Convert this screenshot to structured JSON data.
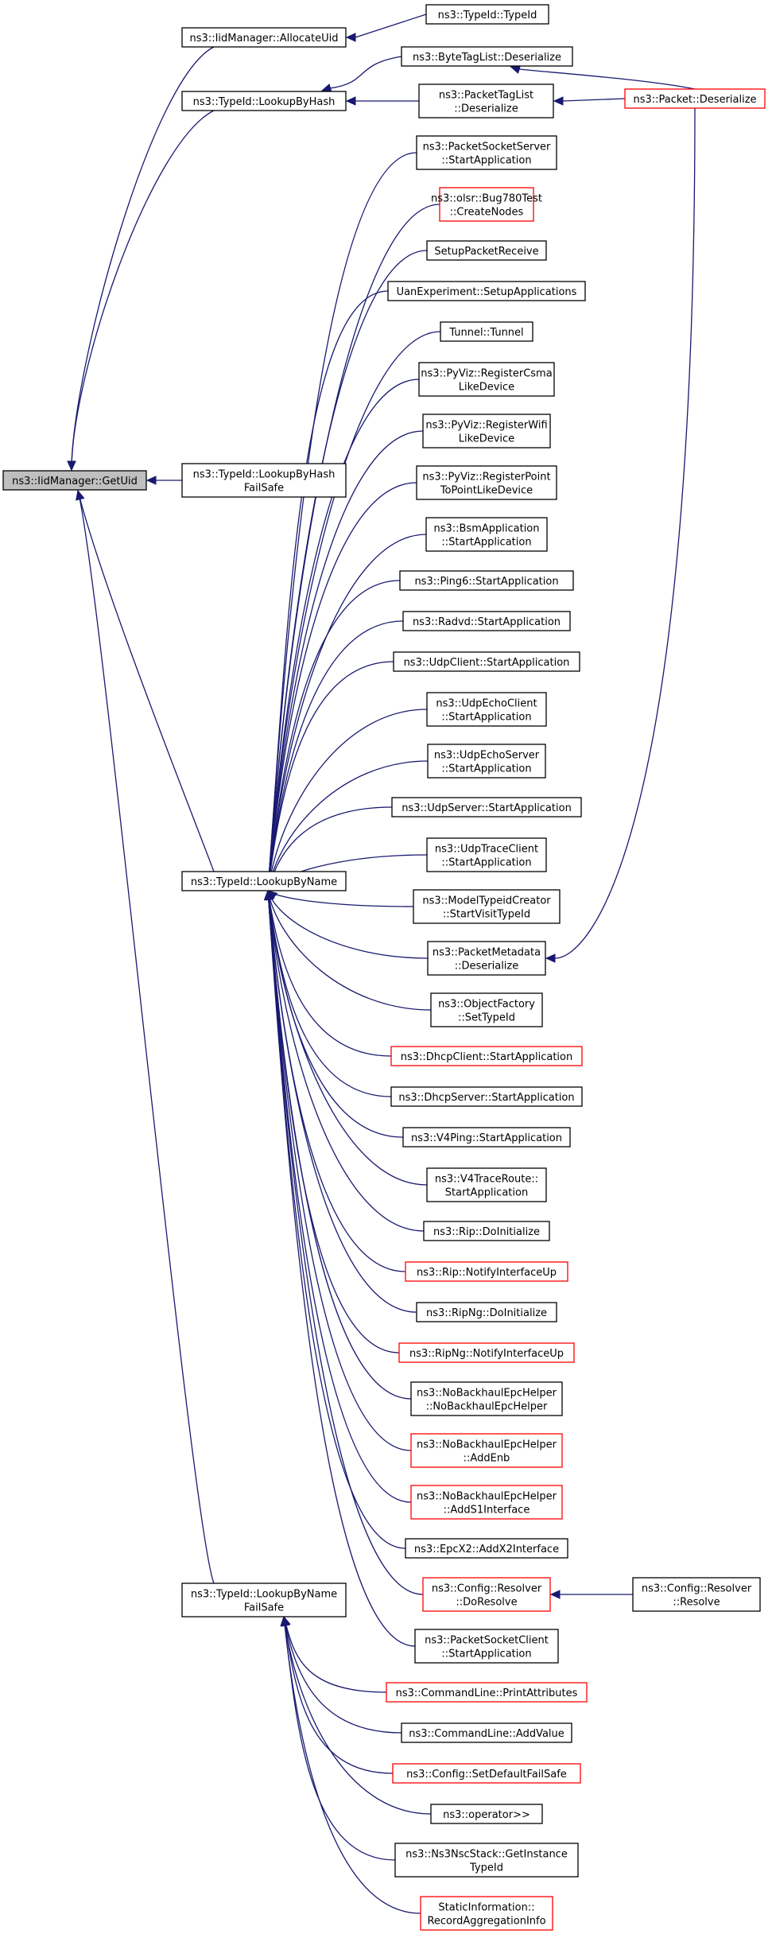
{
  "colors": {
    "edge": "#191970",
    "border": "#000000",
    "border_undocumented": "#ff0000",
    "root_fill": "#bfbfbf",
    "fill": "#ffffff"
  },
  "nodes": [
    {
      "id": "getuid",
      "lines": [
        "ns3::IidManager::GetUid"
      ],
      "status": "root"
    },
    {
      "id": "allocateuid",
      "lines": [
        "ns3::IidManager::AllocateUid"
      ],
      "status": "normal"
    },
    {
      "id": "typeid_ctor",
      "lines": [
        "ns3::TypeId::TypeId"
      ],
      "status": "normal"
    },
    {
      "id": "lookupbyhash",
      "lines": [
        "ns3::TypeId::LookupByHash"
      ],
      "status": "normal"
    },
    {
      "id": "bytetaglist",
      "lines": [
        "ns3::ByteTagList::Deserialize"
      ],
      "status": "normal"
    },
    {
      "id": "packettaglist",
      "lines": [
        "ns3::PacketTagList",
        "::Deserialize"
      ],
      "status": "normal"
    },
    {
      "id": "packet_deser",
      "lines": [
        "ns3::Packet::Deserialize"
      ],
      "status": "undocumented"
    },
    {
      "id": "lookupbyhashfs",
      "lines": [
        "ns3::TypeId::LookupByHash",
        "FailSafe"
      ],
      "status": "normal"
    },
    {
      "id": "lookupbyname",
      "lines": [
        "ns3::TypeId::LookupByName"
      ],
      "status": "normal"
    },
    {
      "id": "n1",
      "lines": [
        "ns3::PacketSocketServer",
        "::StartApplication"
      ],
      "status": "normal"
    },
    {
      "id": "n2",
      "lines": [
        "ns3::olsr::Bug780Test",
        "::CreateNodes"
      ],
      "status": "undocumented"
    },
    {
      "id": "n3",
      "lines": [
        "SetupPacketReceive"
      ],
      "status": "normal"
    },
    {
      "id": "n4",
      "lines": [
        "UanExperiment::SetupApplications"
      ],
      "status": "normal"
    },
    {
      "id": "n5",
      "lines": [
        "Tunnel::Tunnel"
      ],
      "status": "normal"
    },
    {
      "id": "n6",
      "lines": [
        "ns3::PyViz::RegisterCsma",
        "LikeDevice"
      ],
      "status": "normal"
    },
    {
      "id": "n7",
      "lines": [
        "ns3::PyViz::RegisterWifi",
        "LikeDevice"
      ],
      "status": "normal"
    },
    {
      "id": "n8",
      "lines": [
        "ns3::PyViz::RegisterPoint",
        "ToPointLikeDevice"
      ],
      "status": "normal"
    },
    {
      "id": "n9",
      "lines": [
        "ns3::BsmApplication",
        "::StartApplication"
      ],
      "status": "normal"
    },
    {
      "id": "n10",
      "lines": [
        "ns3::Ping6::StartApplication"
      ],
      "status": "normal"
    },
    {
      "id": "n11",
      "lines": [
        "ns3::Radvd::StartApplication"
      ],
      "status": "normal"
    },
    {
      "id": "n12",
      "lines": [
        "ns3::UdpClient::StartApplication"
      ],
      "status": "normal"
    },
    {
      "id": "n13",
      "lines": [
        "ns3::UdpEchoClient",
        "::StartApplication"
      ],
      "status": "normal"
    },
    {
      "id": "n14",
      "lines": [
        "ns3::UdpEchoServer",
        "::StartApplication"
      ],
      "status": "normal"
    },
    {
      "id": "n15",
      "lines": [
        "ns3::UdpServer::StartApplication"
      ],
      "status": "normal"
    },
    {
      "id": "n16",
      "lines": [
        "ns3::UdpTraceClient",
        "::StartApplication"
      ],
      "status": "normal"
    },
    {
      "id": "n17",
      "lines": [
        "ns3::ModelTypeidCreator",
        "::StartVisitTypeId"
      ],
      "status": "normal"
    },
    {
      "id": "n18",
      "lines": [
        "ns3::PacketMetadata",
        "::Deserialize"
      ],
      "status": "normal"
    },
    {
      "id": "n19",
      "lines": [
        "ns3::ObjectFactory",
        "::SetTypeId"
      ],
      "status": "normal"
    },
    {
      "id": "n20",
      "lines": [
        "ns3::DhcpClient::StartApplication"
      ],
      "status": "undocumented"
    },
    {
      "id": "n21",
      "lines": [
        "ns3::DhcpServer::StartApplication"
      ],
      "status": "normal"
    },
    {
      "id": "n22",
      "lines": [
        "ns3::V4Ping::StartApplication"
      ],
      "status": "normal"
    },
    {
      "id": "n23",
      "lines": [
        "ns3::V4TraceRoute::",
        "StartApplication"
      ],
      "status": "normal"
    },
    {
      "id": "n24",
      "lines": [
        "ns3::Rip::DoInitialize"
      ],
      "status": "normal"
    },
    {
      "id": "n25",
      "lines": [
        "ns3::Rip::NotifyInterfaceUp"
      ],
      "status": "undocumented"
    },
    {
      "id": "n26",
      "lines": [
        "ns3::RipNg::DoInitialize"
      ],
      "status": "normal"
    },
    {
      "id": "n27",
      "lines": [
        "ns3::RipNg::NotifyInterfaceUp"
      ],
      "status": "undocumented"
    },
    {
      "id": "n28",
      "lines": [
        "ns3::NoBackhaulEpcHelper",
        "::NoBackhaulEpcHelper"
      ],
      "status": "normal"
    },
    {
      "id": "n29",
      "lines": [
        "ns3::NoBackhaulEpcHelper",
        "::AddEnb"
      ],
      "status": "undocumented"
    },
    {
      "id": "n30",
      "lines": [
        "ns3::NoBackhaulEpcHelper",
        "::AddS1Interface"
      ],
      "status": "undocumented"
    },
    {
      "id": "n31",
      "lines": [
        "ns3::EpcX2::AddX2Interface"
      ],
      "status": "normal"
    },
    {
      "id": "n32",
      "lines": [
        "ns3::Config::Resolver",
        "::DoResolve"
      ],
      "status": "undocumented"
    },
    {
      "id": "resolver_resolve",
      "lines": [
        "ns3::Config::Resolver",
        "::Resolve"
      ],
      "status": "normal"
    },
    {
      "id": "n33",
      "lines": [
        "ns3::PacketSocketClient",
        "::StartApplication"
      ],
      "status": "normal"
    },
    {
      "id": "lookupbynamefs",
      "lines": [
        "ns3::TypeId::LookupByName",
        "FailSafe"
      ],
      "status": "normal"
    },
    {
      "id": "f1",
      "lines": [
        "ns3::CommandLine::PrintAttributes"
      ],
      "status": "undocumented"
    },
    {
      "id": "f2",
      "lines": [
        "ns3::CommandLine::AddValue"
      ],
      "status": "normal"
    },
    {
      "id": "f3",
      "lines": [
        "ns3::Config::SetDefaultFailSafe"
      ],
      "status": "undocumented"
    },
    {
      "id": "f4",
      "lines": [
        "ns3::operator>>"
      ],
      "status": "normal"
    },
    {
      "id": "f5",
      "lines": [
        "ns3::Ns3NscStack::GetInstance",
        "TypeId"
      ],
      "status": "normal"
    },
    {
      "id": "f6",
      "lines": [
        "StaticInformation::",
        "RecordAggregationInfo"
      ],
      "status": "undocumented"
    }
  ],
  "edges": [
    {
      "from": "allocateuid",
      "to": "getuid"
    },
    {
      "from": "lookupbyhash",
      "to": "getuid"
    },
    {
      "from": "lookupbyhashfs",
      "to": "getuid"
    },
    {
      "from": "lookupbyname",
      "to": "getuid"
    },
    {
      "from": "lookupbynamefs",
      "to": "getuid"
    },
    {
      "from": "typeid_ctor",
      "to": "allocateuid"
    },
    {
      "from": "bytetaglist",
      "to": "lookupbyhash"
    },
    {
      "from": "packettaglist",
      "to": "lookupbyhash"
    },
    {
      "from": "packet_deser",
      "to": "bytetaglist"
    },
    {
      "from": "packet_deser",
      "to": "packettaglist"
    },
    {
      "from": "packet_deser",
      "to": "n18"
    },
    {
      "from": "n1",
      "to": "lookupbyname"
    },
    {
      "from": "n2",
      "to": "lookupbyname"
    },
    {
      "from": "n3",
      "to": "lookupbyname"
    },
    {
      "from": "n4",
      "to": "lookupbyname"
    },
    {
      "from": "n5",
      "to": "lookupbyname"
    },
    {
      "from": "n6",
      "to": "lookupbyname"
    },
    {
      "from": "n7",
      "to": "lookupbyname"
    },
    {
      "from": "n8",
      "to": "lookupbyname"
    },
    {
      "from": "n9",
      "to": "lookupbyname"
    },
    {
      "from": "n10",
      "to": "lookupbyname"
    },
    {
      "from": "n11",
      "to": "lookupbyname"
    },
    {
      "from": "n12",
      "to": "lookupbyname"
    },
    {
      "from": "n13",
      "to": "lookupbyname"
    },
    {
      "from": "n14",
      "to": "lookupbyname"
    },
    {
      "from": "n15",
      "to": "lookupbyname"
    },
    {
      "from": "n16",
      "to": "lookupbyname"
    },
    {
      "from": "n17",
      "to": "lookupbyname"
    },
    {
      "from": "n18",
      "to": "lookupbyname"
    },
    {
      "from": "n19",
      "to": "lookupbyname"
    },
    {
      "from": "n20",
      "to": "lookupbyname"
    },
    {
      "from": "n21",
      "to": "lookupbyname"
    },
    {
      "from": "n22",
      "to": "lookupbyname"
    },
    {
      "from": "n23",
      "to": "lookupbyname"
    },
    {
      "from": "n24",
      "to": "lookupbyname"
    },
    {
      "from": "n25",
      "to": "lookupbyname"
    },
    {
      "from": "n26",
      "to": "lookupbyname"
    },
    {
      "from": "n27",
      "to": "lookupbyname"
    },
    {
      "from": "n28",
      "to": "lookupbyname"
    },
    {
      "from": "n29",
      "to": "lookupbyname"
    },
    {
      "from": "n30",
      "to": "lookupbyname"
    },
    {
      "from": "n31",
      "to": "lookupbyname"
    },
    {
      "from": "n32",
      "to": "lookupbyname"
    },
    {
      "from": "n33",
      "to": "lookupbyname"
    },
    {
      "from": "resolver_resolve",
      "to": "n32"
    },
    {
      "from": "f1",
      "to": "lookupbynamefs"
    },
    {
      "from": "f2",
      "to": "lookupbynamefs"
    },
    {
      "from": "f3",
      "to": "lookupbynamefs"
    },
    {
      "from": "f4",
      "to": "lookupbynamefs"
    },
    {
      "from": "f5",
      "to": "lookupbynamefs"
    },
    {
      "from": "f6",
      "to": "lookupbynamefs"
    }
  ]
}
